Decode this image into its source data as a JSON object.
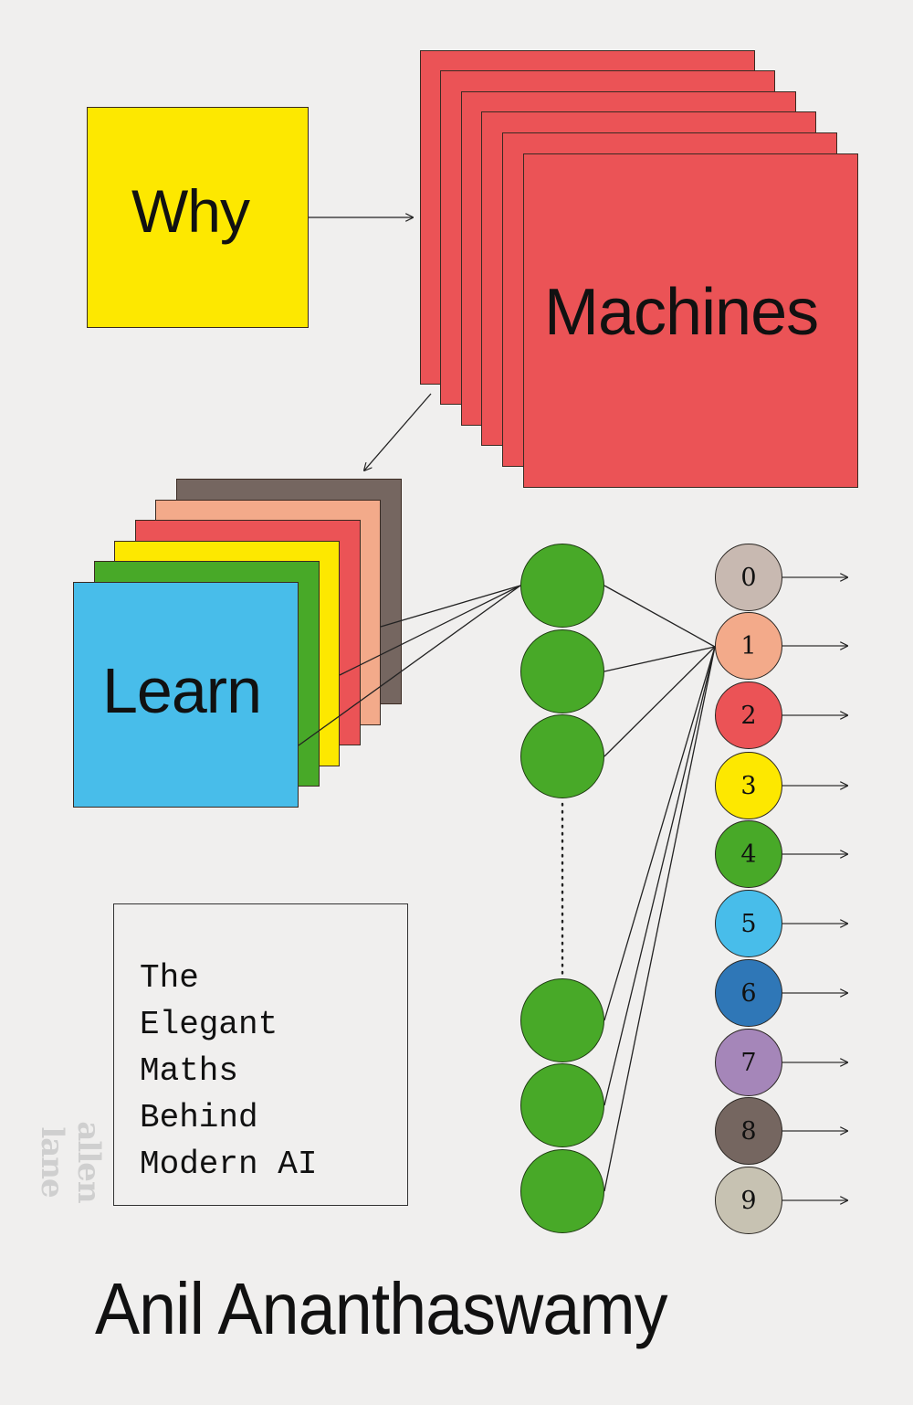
{
  "cover": {
    "title_words": {
      "why": "Why",
      "machines": "Machines",
      "learn": "Learn"
    },
    "subtitle_lines": [
      "The",
      "Elegant",
      "Maths",
      "Behind",
      "Modern AI"
    ],
    "author": "Anil Ananthaswamy",
    "publisher": "allen lane"
  },
  "colors": {
    "background": "#f0efee",
    "why_square": "#fde800",
    "machines_square": "#eb5356",
    "learn_layers": [
      "#756660",
      "#f3aa8a",
      "#eb5356",
      "#fde800",
      "#48a928",
      "#48bdea"
    ],
    "hidden_node": "#48a928"
  },
  "output_nodes": [
    {
      "label": "0",
      "color": "#c8b9b1"
    },
    {
      "label": "1",
      "color": "#f3aa8a"
    },
    {
      "label": "2",
      "color": "#eb5356"
    },
    {
      "label": "3",
      "color": "#fde800"
    },
    {
      "label": "4",
      "color": "#48a928"
    },
    {
      "label": "5",
      "color": "#48bdea"
    },
    {
      "label": "6",
      "color": "#2f77b7"
    },
    {
      "label": "7",
      "color": "#a586b9"
    },
    {
      "label": "8",
      "color": "#756660"
    },
    {
      "label": "9",
      "color": "#c7c2b2"
    }
  ]
}
